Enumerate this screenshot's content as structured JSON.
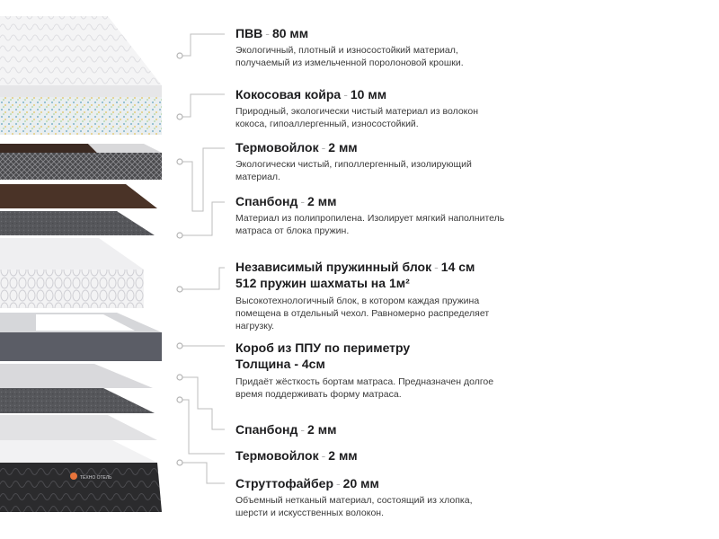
{
  "brand": {
    "logo_text": "ТЕХНО ОТЕЛЬ"
  },
  "layers": [
    {
      "name": "ПВВ",
      "size": "80 мм",
      "desc": "Экологичный, плотный и износостойкий материал, получаемый из измельченной поролоновой крошки."
    },
    {
      "name": "Кокосовая койра",
      "size": "10 мм",
      "desc": "Природный, экологически чистый материал из волокон кокоса, гипоаллергенный, износостойкий."
    },
    {
      "name": "Термовойлок",
      "size": "2 мм",
      "desc": "Экологически чистый, гиполлергенный, изолирующий материал."
    },
    {
      "name": "Спанбонд",
      "size": "2 мм",
      "desc": "Материал из полипропилена. Изолирует мягкий наполнитель матраса от блока пружин."
    },
    {
      "name": "Независимый пружинный блок",
      "size": "14 см",
      "line2": "512 пружин шахматы на 1м²",
      "desc": "Высокотехнологичный блок, в котором каждая пружина помещена в отдельный чехол. Равномерно распределяет нагрузку."
    },
    {
      "name": "Короб из ППУ по периметру",
      "line2": "Толщина - 4см",
      "desc": "Придаёт жёсткость бортам матраса. Предназначен долгое время поддерживать форму матраса."
    },
    {
      "name": "Спанбонд",
      "size": "2 мм"
    },
    {
      "name": "Термовойлок",
      "size": "2 мм"
    },
    {
      "name": "Струттофайбер",
      "size": "20 мм",
      "desc": "Объемный нетканый материал, состоящий из хлопка, шерсти и искусственных волокон."
    }
  ]
}
